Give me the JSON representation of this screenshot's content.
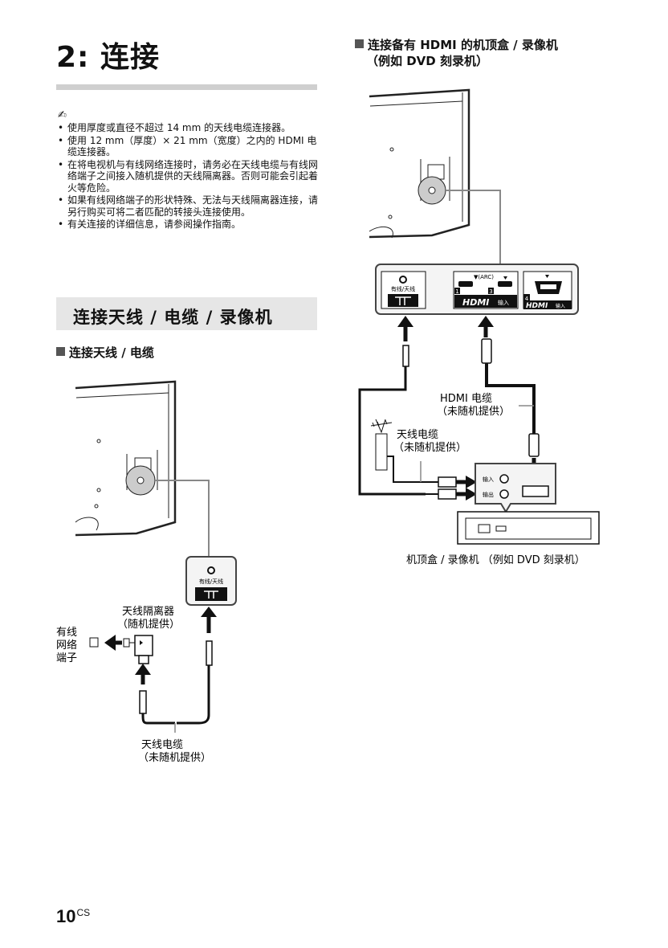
{
  "chapter_title": "2: 连接",
  "note_icon": "✍",
  "notes": [
    "使用厚度或直径不超过 14 mm 的天线电缆连接器。",
    "使用 12 mm（厚度）× 21 mm（宽度）之内的 HDMI 电缆连接器。",
    "在将电视机与有线网络连接时，请务必在天线电缆与有线网络端子之间接入随机提供的天线隔离器。否则可能会引起着火等危险。",
    "如果有线网络端子的形状特殊、无法与天线隔离器连接，请另行购买可将二者匹配的转接头连接使用。",
    "有关连接的详细信息，请参阅操作指南。"
  ],
  "section_title": "连接天线 / 电缆 / 录像机",
  "sub_antenna_title": "连接天线 / 电缆",
  "sub_hdmi_title_line1": "连接备有 HDMI 的机顶盒 / 录像机",
  "sub_hdmi_title_line2": "（例如 DVD 刻录机）",
  "left_diagram": {
    "port_label": "有线/天线",
    "isolator_line1": "天线隔离器",
    "isolator_line2": "（随机提供）",
    "wall_line1": "有线",
    "wall_line2": "网络",
    "wall_line3": "端子",
    "cable_line1": "天线电缆",
    "cable_line2": "（未随机提供）"
  },
  "right_diagram": {
    "port_label": "有线/天线",
    "arc_label": "▼(ARC)",
    "hdmi_num_1": "1",
    "hdmi_num_3": "3",
    "hdmi_num_4": "4",
    "hdmi_logo": "HDMI",
    "input_label": "输入",
    "hdmi_cable_line1": "HDMI 电缆",
    "hdmi_cable_line2": "（未随机提供）",
    "antenna_cable_line1": "天线电缆",
    "antenna_cable_line2": "（未随机提供）",
    "rec_in": "输入",
    "rec_out": "输出",
    "device_caption": "机顶盒 / 录像机 （例如 DVD 刻录机）"
  },
  "page_number": "10",
  "page_suffix": "CS"
}
